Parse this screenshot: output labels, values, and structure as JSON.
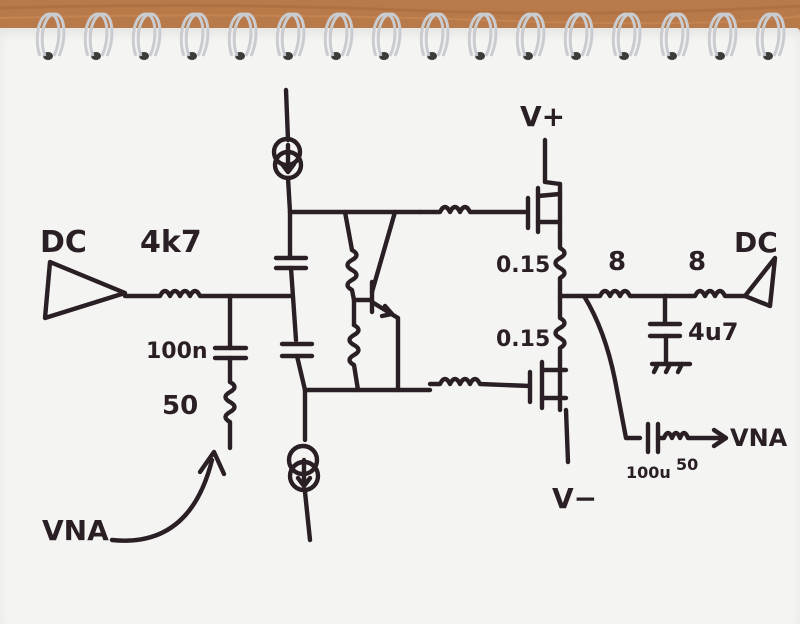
{
  "labels": {
    "dc_in": "DC",
    "r_4k7": "4k7",
    "c_100n": "100n",
    "r_50": "50",
    "vna_in": "VNA",
    "v_plus": "V+",
    "v_minus": "V−",
    "r_015_top": "0.15",
    "r_015_bot": "0.15",
    "r_8_a": "8",
    "r_8_b": "8",
    "c_4u7": "4u7",
    "dc_out": "DC",
    "vna_out": "VNA",
    "c_100u": "100u",
    "r_50_out": "50"
  },
  "colors": {
    "ink": "#2a1f24",
    "paper": "#f4f4f2",
    "wood": "#b97a4a",
    "ring": "#c9ccd0"
  }
}
